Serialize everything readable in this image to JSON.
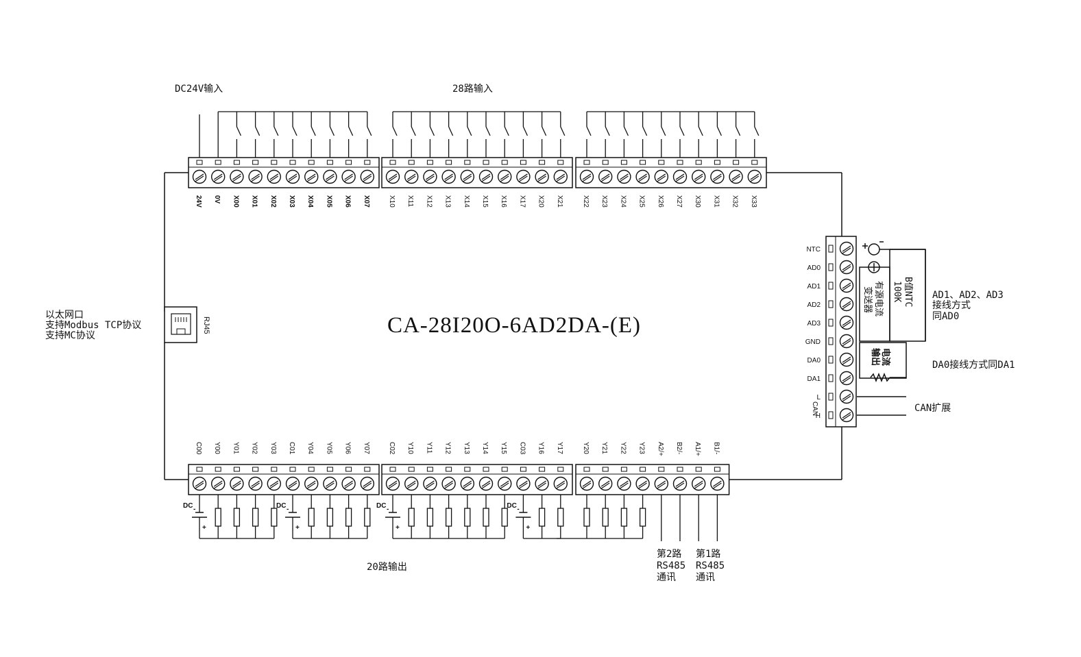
{
  "title": "CA-28I20O-6AD2DA-(E)",
  "labels": {
    "dc24v_input": "DC24V输入",
    "inputs_28": "28路输入",
    "outputs_20": "20路输出",
    "ethernet": [
      "以太网口",
      "支持Modbus TCP协议",
      "支持MC协议"
    ],
    "rj45": "RJ45",
    "ntc": [
      "B值NTC",
      "100K"
    ],
    "active_current": [
      "有源电流",
      "变送器"
    ],
    "current_output": [
      "电流",
      "输出"
    ],
    "ad_wiring": [
      "AD1、AD2、AD3",
      "接线方式",
      "同AD0"
    ],
    "da_wiring": "DA0接线方式同DA1",
    "can_ext": "CAN扩展",
    "can": "CAN",
    "rs485_2": [
      "第2路",
      "RS485",
      "通讯"
    ],
    "rs485_1": [
      "第1路",
      "RS485",
      "通讯"
    ],
    "dc": "DC",
    "minus": "-",
    "plus": "+"
  },
  "top_terminals": [
    [
      "24V",
      "0V",
      "X00",
      "X01",
      "X02",
      "X03",
      "X04",
      "X05",
      "X06",
      "X07"
    ],
    [
      "X10",
      "X11",
      "X12",
      "X13",
      "X14",
      "X15",
      "X16",
      "X17",
      "X20",
      "X21"
    ],
    [
      "X22",
      "X23",
      "X24",
      "X25",
      "X26",
      "X27",
      "X30",
      "X31",
      "X32",
      "X33"
    ]
  ],
  "bottom_terminals": [
    [
      "C00",
      "Y00",
      "Y01",
      "Y02",
      "Y03",
      "C01",
      "Y04",
      "Y05",
      "Y06",
      "Y07"
    ],
    [
      "C02",
      "Y10",
      "Y11",
      "Y12",
      "Y13",
      "Y14",
      "Y15",
      "C03",
      "Y16",
      "Y17"
    ],
    [
      "Y20",
      "Y21",
      "Y22",
      "Y23",
      "A2/+",
      "B2/-",
      "A1/+",
      "B1/-"
    ]
  ],
  "right_terminals": [
    "NTC",
    "AD0",
    "AD1",
    "AD2",
    "AD3",
    "GND",
    "DA0",
    "DA1",
    "L",
    "H"
  ]
}
